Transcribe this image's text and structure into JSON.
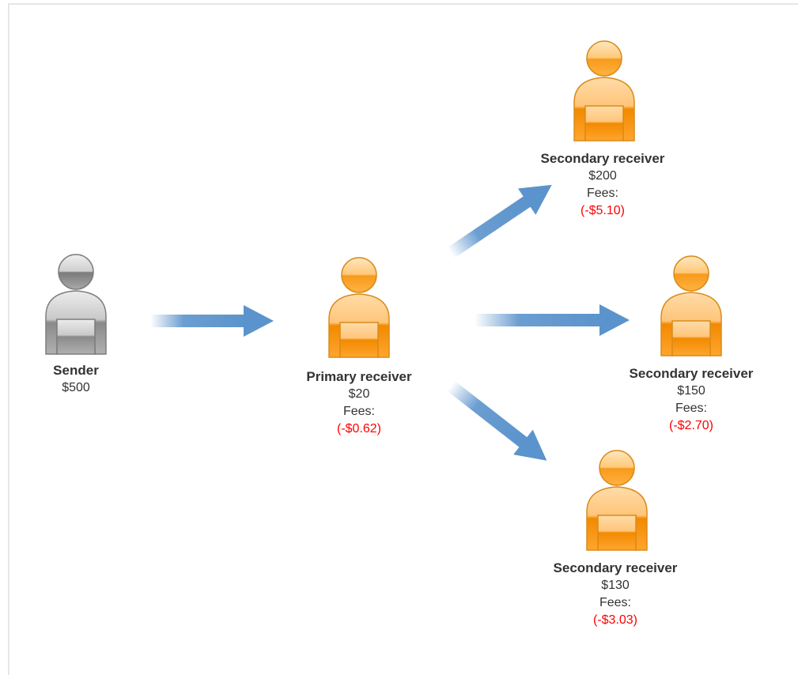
{
  "colors": {
    "orange_light": "#ffd9a0",
    "orange": "#ffa033",
    "orange_dark": "#f28a00",
    "gray_light": "#d8d8d8",
    "gray": "#9b9b9b",
    "gray_dark": "#6f6f6f",
    "arrow": "#5b93cc",
    "fee": "#ff0000"
  },
  "nodes": {
    "sender": {
      "title": "Sender",
      "amount": "$500",
      "icon": "gray-person-icon"
    },
    "primary": {
      "title": "Primary receiver",
      "amount": "$20",
      "fees_label": "Fees:",
      "fee": "(-$0.62)",
      "icon": "orange-person-icon"
    },
    "secondary_top": {
      "title": "Secondary receiver",
      "amount": "$200",
      "fees_label": "Fees:",
      "fee": "(-$5.10)",
      "icon": "orange-person-icon"
    },
    "secondary_mid": {
      "title": "Secondary receiver",
      "amount": "$150",
      "fees_label": "Fees:",
      "fee": "(-$2.70)",
      "icon": "orange-person-icon"
    },
    "secondary_bot": {
      "title": "Secondary receiver",
      "amount": "$130",
      "fees_label": "Fees:",
      "fee": "(-$3.03)",
      "icon": "orange-person-icon"
    }
  }
}
